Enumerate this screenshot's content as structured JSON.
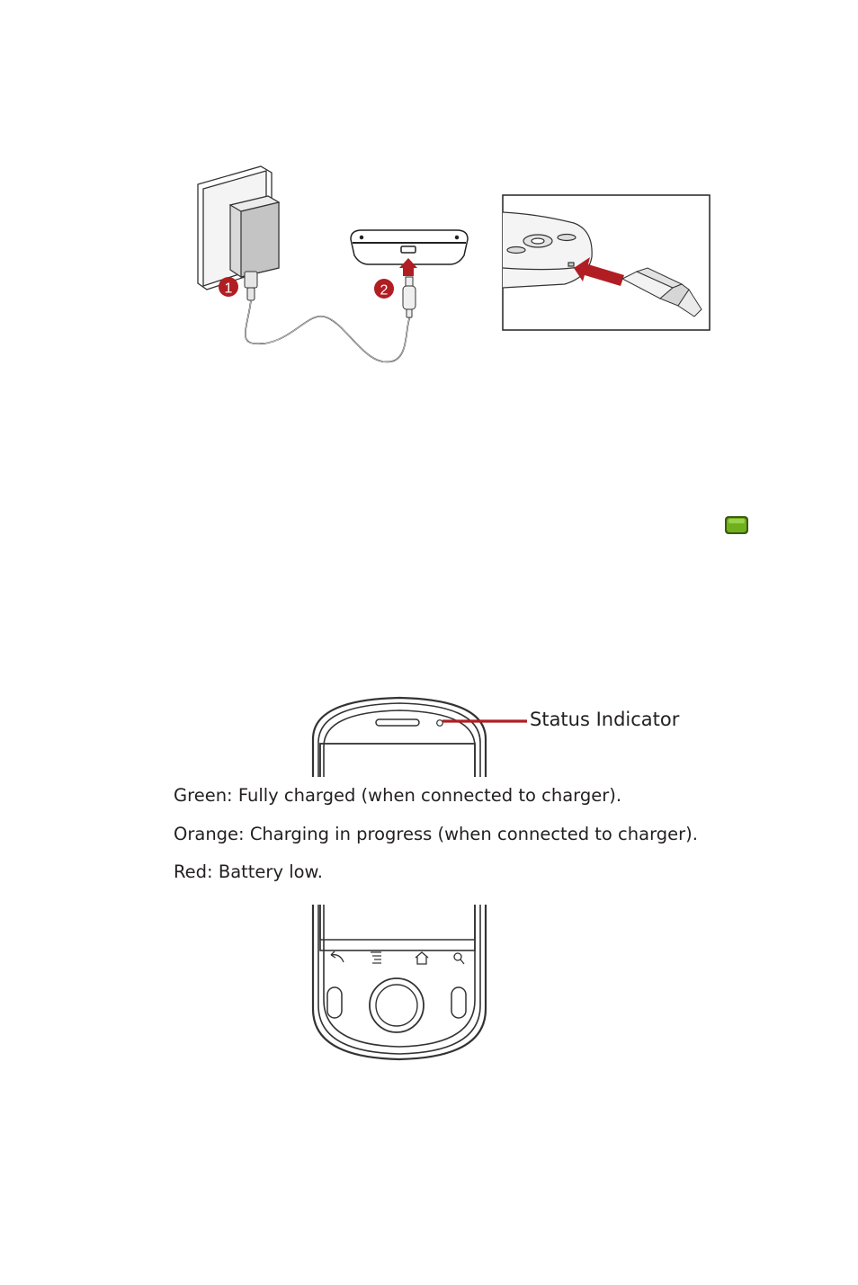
{
  "figures": {
    "charger_steps": [
      "1",
      "2"
    ]
  },
  "indicator": {
    "callout_label": "Status Indicator",
    "legend": [
      "Green: Fully charged (when connected to charger).",
      "Orange: Charging in progress (when connected to charger).",
      "Red: Battery low."
    ]
  },
  "colors": {
    "accent_red": "#b01e23",
    "battery_green": "#6fb01c"
  }
}
